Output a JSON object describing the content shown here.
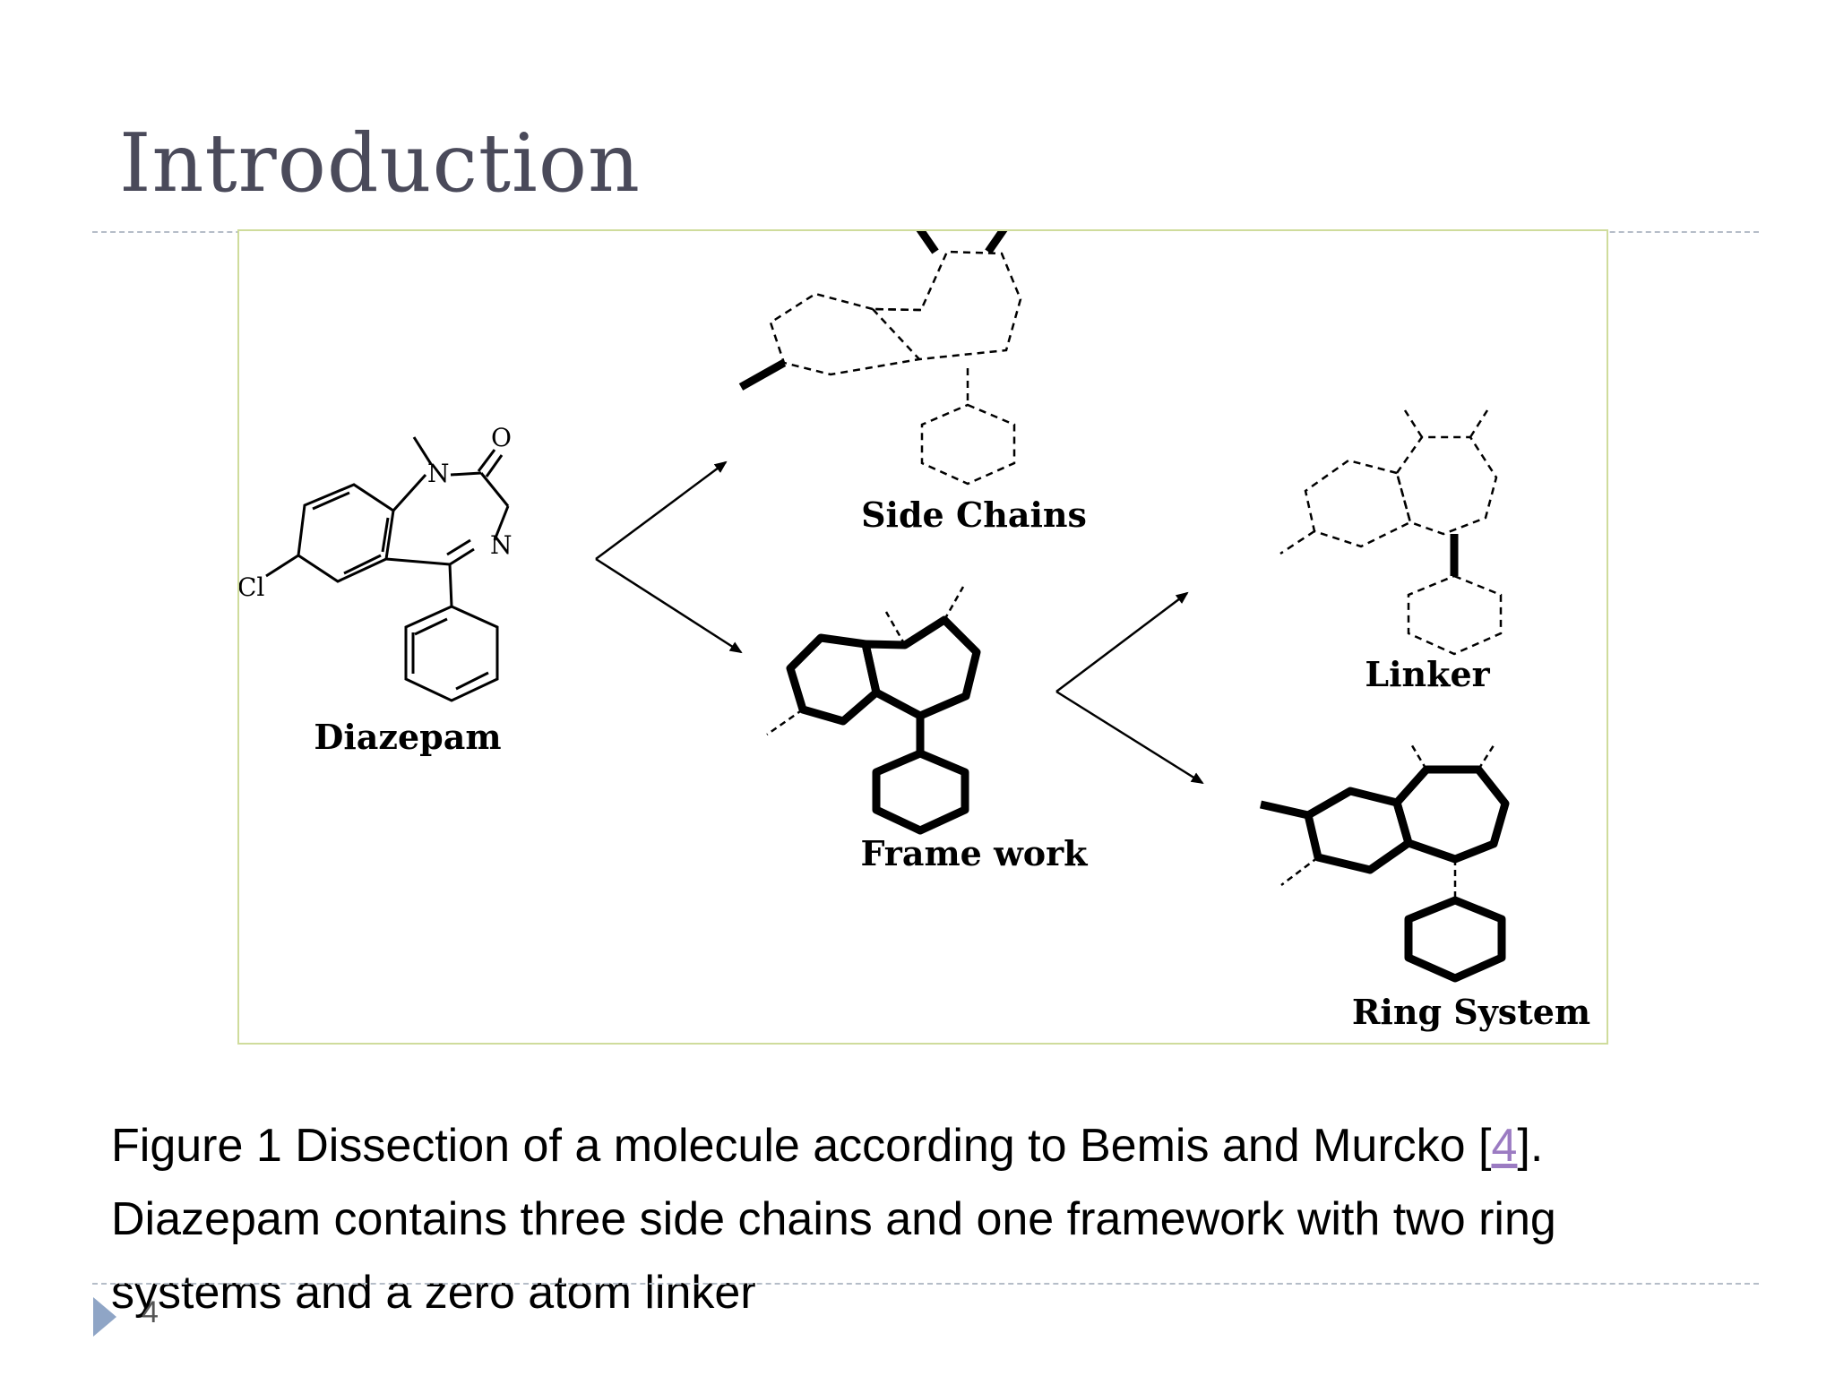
{
  "slide": {
    "title": "Introduction",
    "page_number": "4"
  },
  "figure": {
    "labels": {
      "diazepam": "Diazepam",
      "side_chains": "Side Chains",
      "framework": "Frame work",
      "linker": "Linker",
      "ring_system": "Ring System"
    },
    "atoms": {
      "oxygen": "O",
      "nitrogen_1": "N",
      "nitrogen_2": "N",
      "chlorine": "Cl"
    }
  },
  "caption": {
    "text_before_ref": "Figure 1 Dissection of a molecule according to Bemis and Murcko [",
    "ref": "4",
    "text_after_ref": "].",
    "line_2": "Diazepam contains three side chains and one framework with two ring",
    "line_3": "systems and a zero atom linker"
  },
  "colors": {
    "title": "#4a4a5a",
    "frame_border": "#cfdc9c",
    "divider": "#b5bdc8",
    "reference_link": "#9b7bc2",
    "page_marker": "#8fa5c6"
  }
}
